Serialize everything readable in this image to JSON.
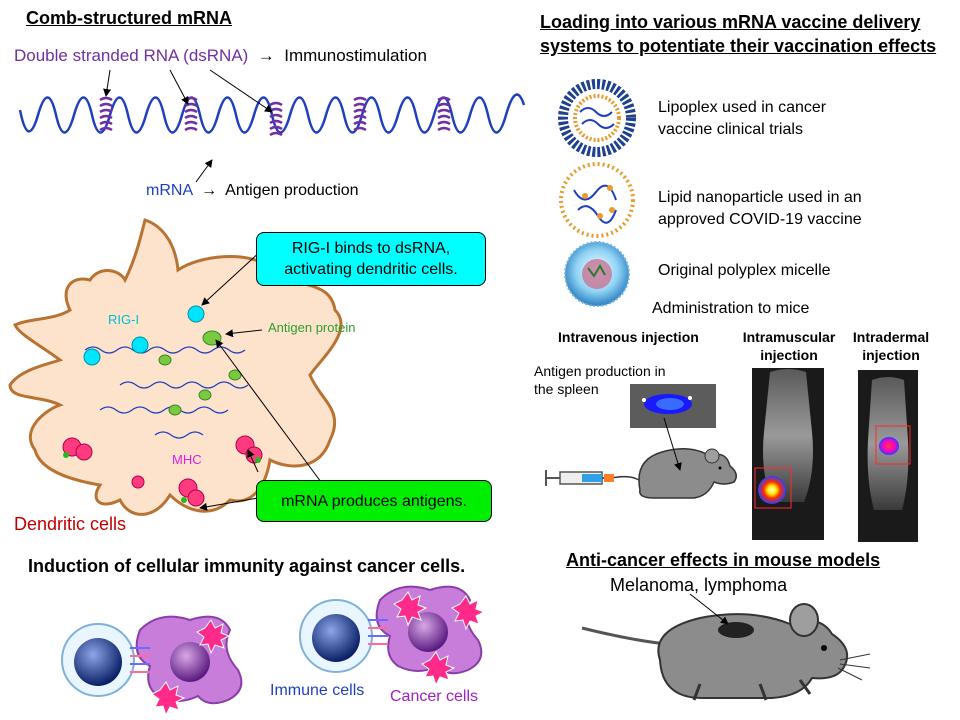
{
  "comb": {
    "title": "Comb-structured mRNA",
    "dsrna_label": "Double stranded RNA (dsRNA)",
    "dsrna_effect": "Immunostimulation",
    "mrna_label": "mRNA",
    "mrna_effect": "Antigen production"
  },
  "dendritic": {
    "rigi_label": "RIG-I",
    "antigen_protein_label": "Antigen protein",
    "mhc_label": "MHC",
    "cell_label": "Dendritic cells",
    "callout_rigi": "RIG-I binds to dsRNA, activating dendritic cells.",
    "callout_mrna": "mRNA produces antigens.",
    "colors": {
      "callout_rigi": "#00ffff",
      "callout_mrna": "#00ee00",
      "cell_fill": "#fde2cc",
      "cell_stroke": "#b87333"
    }
  },
  "delivery": {
    "title": "Loading into various mRNA vaccine delivery systems to potentiate their vaccination effects",
    "systems": [
      {
        "icon": "lipoplex-icon",
        "label": "Lipoplex used in cancer vaccine clinical trials"
      },
      {
        "icon": "lipid-nanoparticle-icon",
        "label": "Lipid nanoparticle used in an approved COVID-19 vaccine"
      },
      {
        "icon": "polyplex-micelle-icon",
        "label": "Original polyplex micelle"
      }
    ]
  },
  "administration": {
    "title": "Administration to mice",
    "routes": [
      "Intravenous injection",
      "Intramuscular injection",
      "Intradermal injection"
    ],
    "spleen_label": "Antigen production in the spleen"
  },
  "immunity": {
    "title": "Induction of cellular immunity against cancer cells.",
    "immune_label": "Immune cells",
    "cancer_label": "Cancer cells"
  },
  "anticancer": {
    "title": "Anti-cancer effects in mouse models",
    "models": "Melanoma,  lymphoma"
  }
}
